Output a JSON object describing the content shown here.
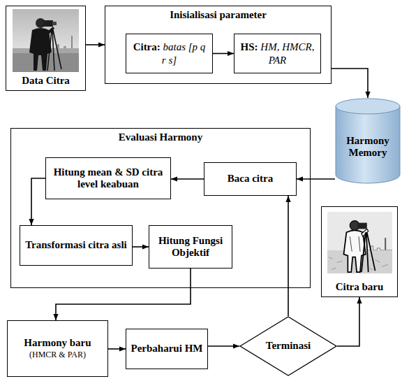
{
  "diagram": {
    "nodes": [
      {
        "text": [
          "Data Citra"
        ]
      },
      {
        "text": [
          "Inisialisasi parameter"
        ]
      },
      {
        "text": [
          "Citra:",
          "batas [p q r s]"
        ],
        "in": 1
      },
      {
        "text": [
          "HS:",
          "HM, HMCR, PAR"
        ],
        "in": 1
      },
      {
        "text": [
          "Harmony Memory"
        ]
      },
      {
        "text": [
          "Evaluasi Harmony"
        ]
      },
      {
        "text": [
          "Baca citra"
        ],
        "in": 5
      },
      {
        "text": [
          "Hitung mean & SD citra level keabuan"
        ],
        "in": 5
      },
      {
        "text": [
          "Transformasi citra asli"
        ],
        "in": 5
      },
      {
        "text": [
          "Hitung Fungsi Objektif"
        ],
        "in": 5
      },
      {
        "text": [
          "Citra baru"
        ]
      },
      {
        "text": [
          "Harmony baru",
          "(HMCR & PAR)"
        ]
      },
      {
        "text": [
          "Perbaharui HM"
        ]
      },
      {
        "text": [
          "Terminasi"
        ]
      }
    ],
    "edges": [
      {
        "from": 0,
        "to": 1,
        "arrow": "to"
      },
      {
        "from": 2,
        "to": 3,
        "arrow": "to"
      },
      {
        "from": 1,
        "to": 4,
        "arrow": "to"
      },
      {
        "from": 4,
        "to": 6,
        "arrow": "to"
      },
      {
        "from": 6,
        "to": 7,
        "arrow": "to"
      },
      {
        "from": 7,
        "to": 8,
        "arrow": "to"
      },
      {
        "from": 8,
        "to": 9,
        "arrow": "to"
      },
      {
        "from": 9,
        "to": 11,
        "arrow": "to"
      },
      {
        "from": 11,
        "to": 12,
        "arrow": "to"
      },
      {
        "from": 12,
        "to": 13,
        "arrow": "to"
      },
      {
        "from": 13,
        "to": 6,
        "arrow": "to"
      },
      {
        "from": 13,
        "to": 10,
        "arrow": "to"
      }
    ]
  }
}
